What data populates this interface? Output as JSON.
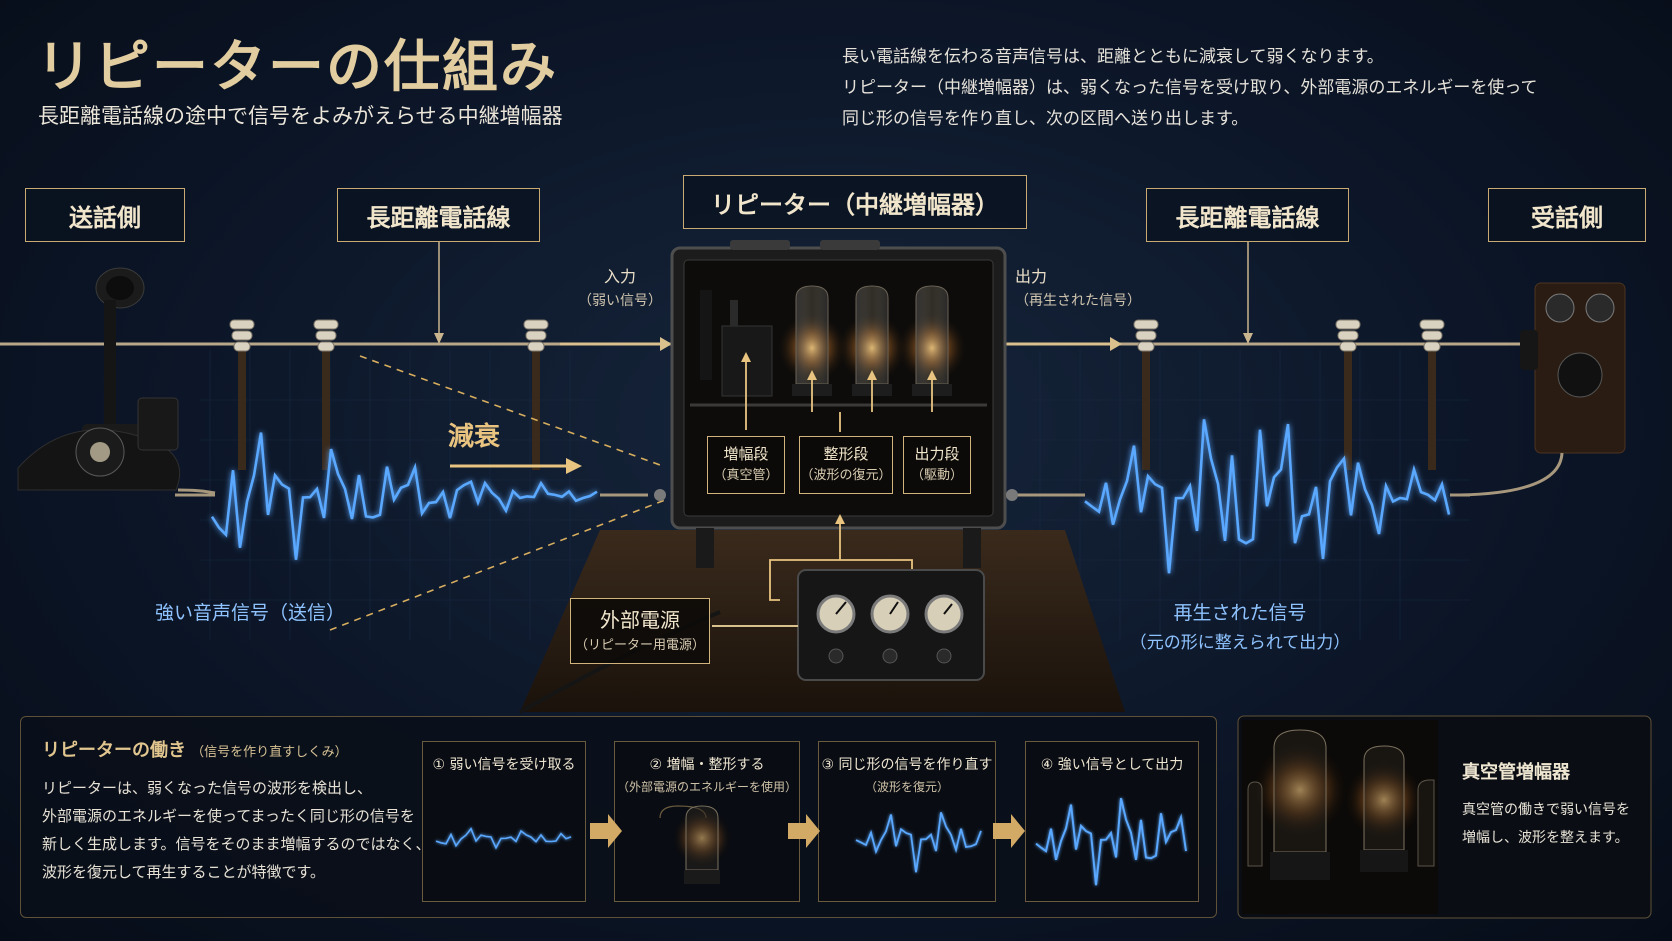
{
  "header": {
    "title": "リピーターの仕組み",
    "subtitle": "長距離電話線の途中で信号をよみがえらせる中継増幅器"
  },
  "intro": {
    "line1": "長い電話線を伝わる音声信号は、距離とともに減衰して弱くなります。",
    "line2": "リピーター（中継増幅器）は、弱くなった信号を受け取り、外部電源のエネルギーを使って",
    "line3": "同じ形の信号を作り直し、次の区間へ送り出します。"
  },
  "labels": {
    "sender": "送話側",
    "line_left": "長距離電話線",
    "repeater": "リピーター（中継増幅器）",
    "line_right": "長距離電話線",
    "receiver": "受話側",
    "input": "入力",
    "input_sub": "（弱い信号）",
    "output": "出力",
    "output_sub": "（再生された信号）",
    "attenuation": "減衰",
    "strong_signal": "強い音声信号（送信）",
    "regen_signal": "再生された信号",
    "regen_signal_sub": "（元の形に整えられて出力）",
    "power": "外部電源",
    "power_sub": "（リピーター用電源）"
  },
  "stages": [
    {
      "name": "増幅段",
      "sub": "（真空管）"
    },
    {
      "name": "整形段",
      "sub": "（波形の復元）"
    },
    {
      "name": "出力段",
      "sub": "（駆動）"
    }
  ],
  "how": {
    "heading": "リピーターの働き",
    "heading_note": "（信号を作り直すしくみ）",
    "desc1": "リピーターは、弱くなった信号の波形を検出し、",
    "desc2": "外部電源のエネルギーを使ってまったく同じ形の信号を",
    "desc3": "新しく生成します。信号をそのまま増幅するのではなく、",
    "desc4": "波形を復元して再生することが特徴です。"
  },
  "steps": [
    {
      "title": "① 弱い信号を受け取る",
      "sub": ""
    },
    {
      "title": "② 増幅・整形する",
      "sub": "（外部電源のエネルギーを使用）"
    },
    {
      "title": "③ 同じ形の信号を作り直す",
      "sub": "（波形を復元）"
    },
    {
      "title": "④ 強い信号として出力",
      "sub": ""
    }
  ],
  "tube": {
    "heading": "真空管増幅器",
    "desc1": "真空管の働きで弱い信号を",
    "desc2": "増幅し、波形を整えます。"
  },
  "colors": {
    "gold": "#c9aa72",
    "title_gold": "#e2cda0",
    "signal_blue": "#5aa8ff",
    "label_blue": "#8fc3ff",
    "background": "#0c1628"
  }
}
